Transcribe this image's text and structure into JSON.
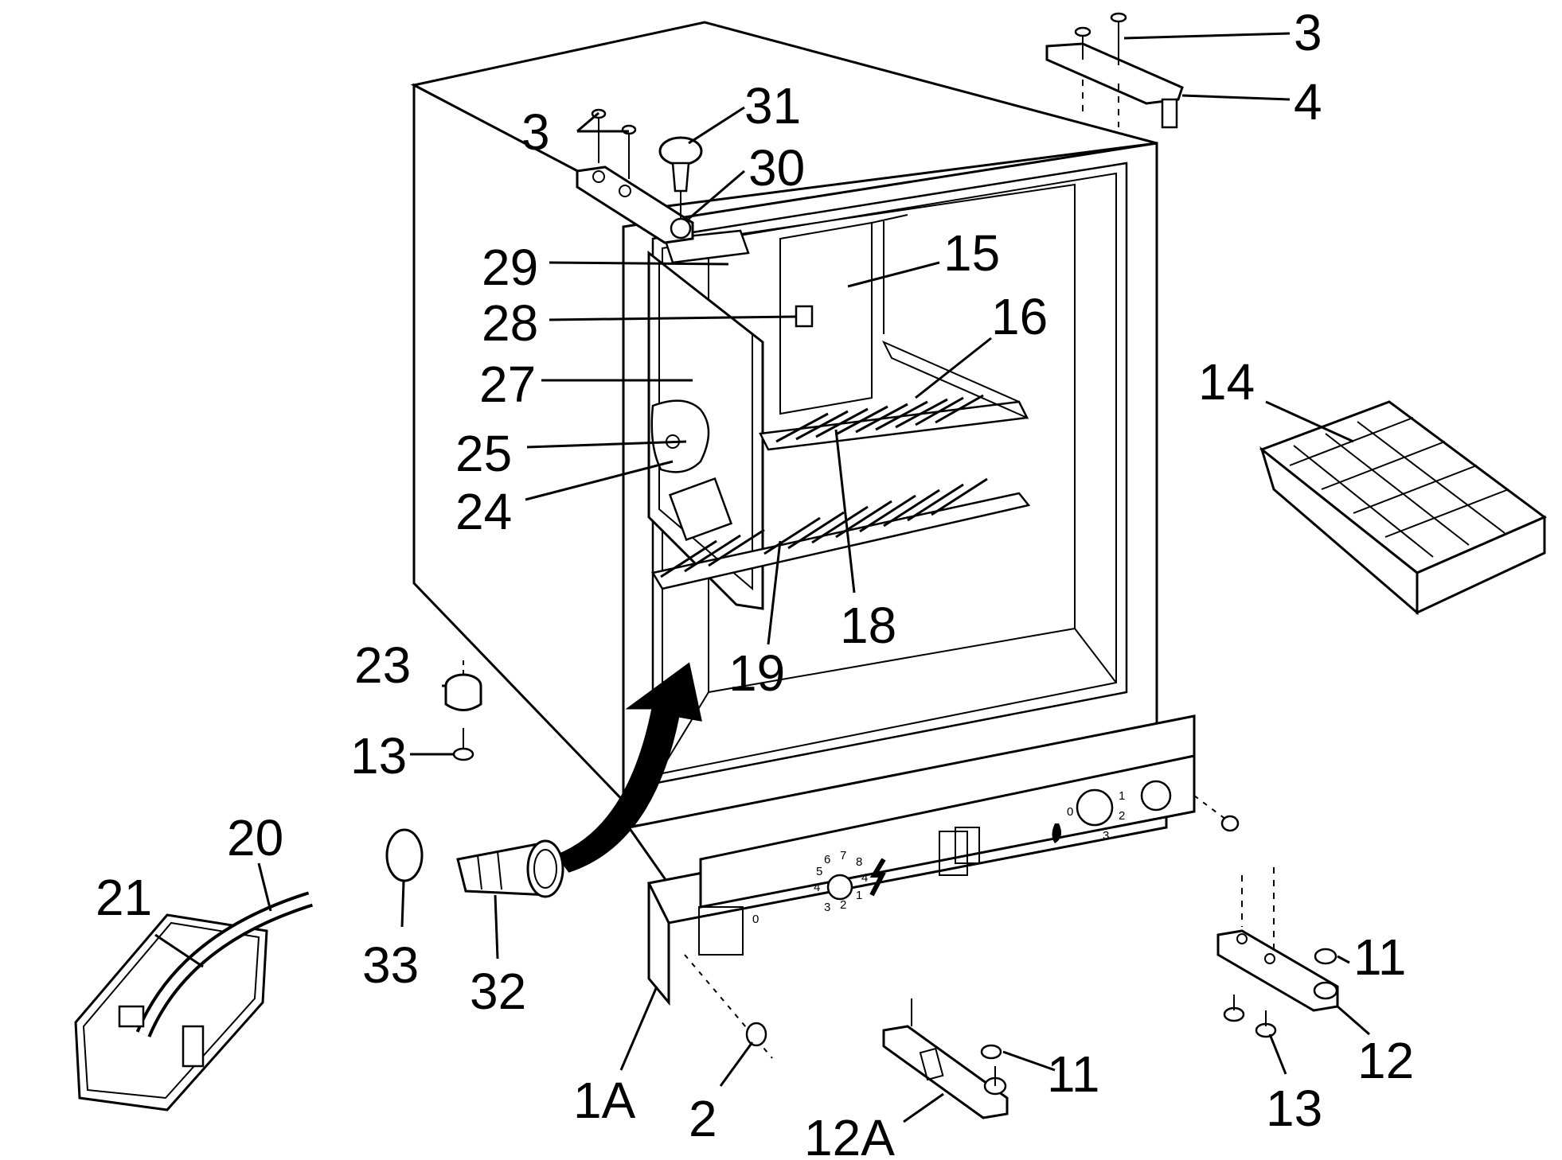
{
  "labels": {
    "l1A": "1A",
    "l2": "2",
    "l3a": "3",
    "l3b": "3",
    "l4": "4",
    "l11a": "11",
    "l11b": "11",
    "l12": "12",
    "l12A": "12A",
    "l13a": "13",
    "l13b": "13",
    "l14": "14",
    "l15": "15",
    "l16": "16",
    "l18": "18",
    "l19": "19",
    "l20": "20",
    "l21": "21",
    "l23": "23",
    "l24": "24",
    "l25": "25",
    "l27": "27",
    "l28": "28",
    "l29": "29",
    "l30": "30",
    "l31": "31",
    "l32": "32",
    "l33": "33"
  },
  "panel": {
    "dial_left": [
      "5",
      "6",
      "7",
      "8",
      "4",
      "4",
      "3",
      "2",
      "1"
    ],
    "dial_right": [
      "0",
      "1",
      "2",
      "3"
    ],
    "switch_o": "0"
  }
}
